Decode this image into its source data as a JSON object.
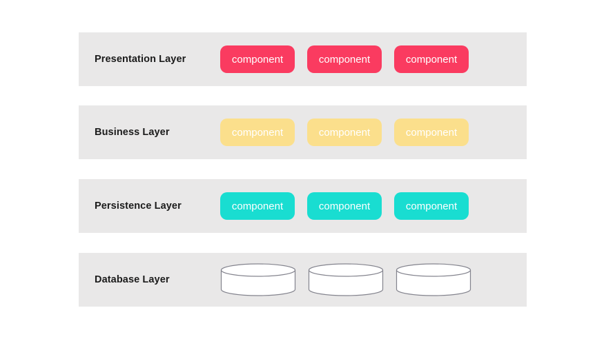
{
  "diagram": {
    "name": "layered-architecture"
  },
  "colors": {
    "background": "#FFFFFF",
    "band_background": "#E9E8E8",
    "label_text": "#1B1B1B",
    "component_text": "#FFFFFF",
    "cylinder_fill": "#FFFFFF",
    "cylinder_stroke": "#83838D"
  },
  "layers": [
    {
      "label": "Presentation Layer",
      "kind": "components",
      "component_color": "#FA3B60",
      "components": [
        "component",
        "component",
        "component"
      ]
    },
    {
      "label": "Business Layer",
      "kind": "components",
      "component_color": "#FBDF8C",
      "components": [
        "component",
        "component",
        "component"
      ]
    },
    {
      "label": "Persistence Layer",
      "kind": "components",
      "component_color": "#19DDD1",
      "components": [
        "component",
        "component",
        "component"
      ]
    },
    {
      "label": "Database Layer",
      "kind": "databases",
      "database_count": 3
    }
  ]
}
